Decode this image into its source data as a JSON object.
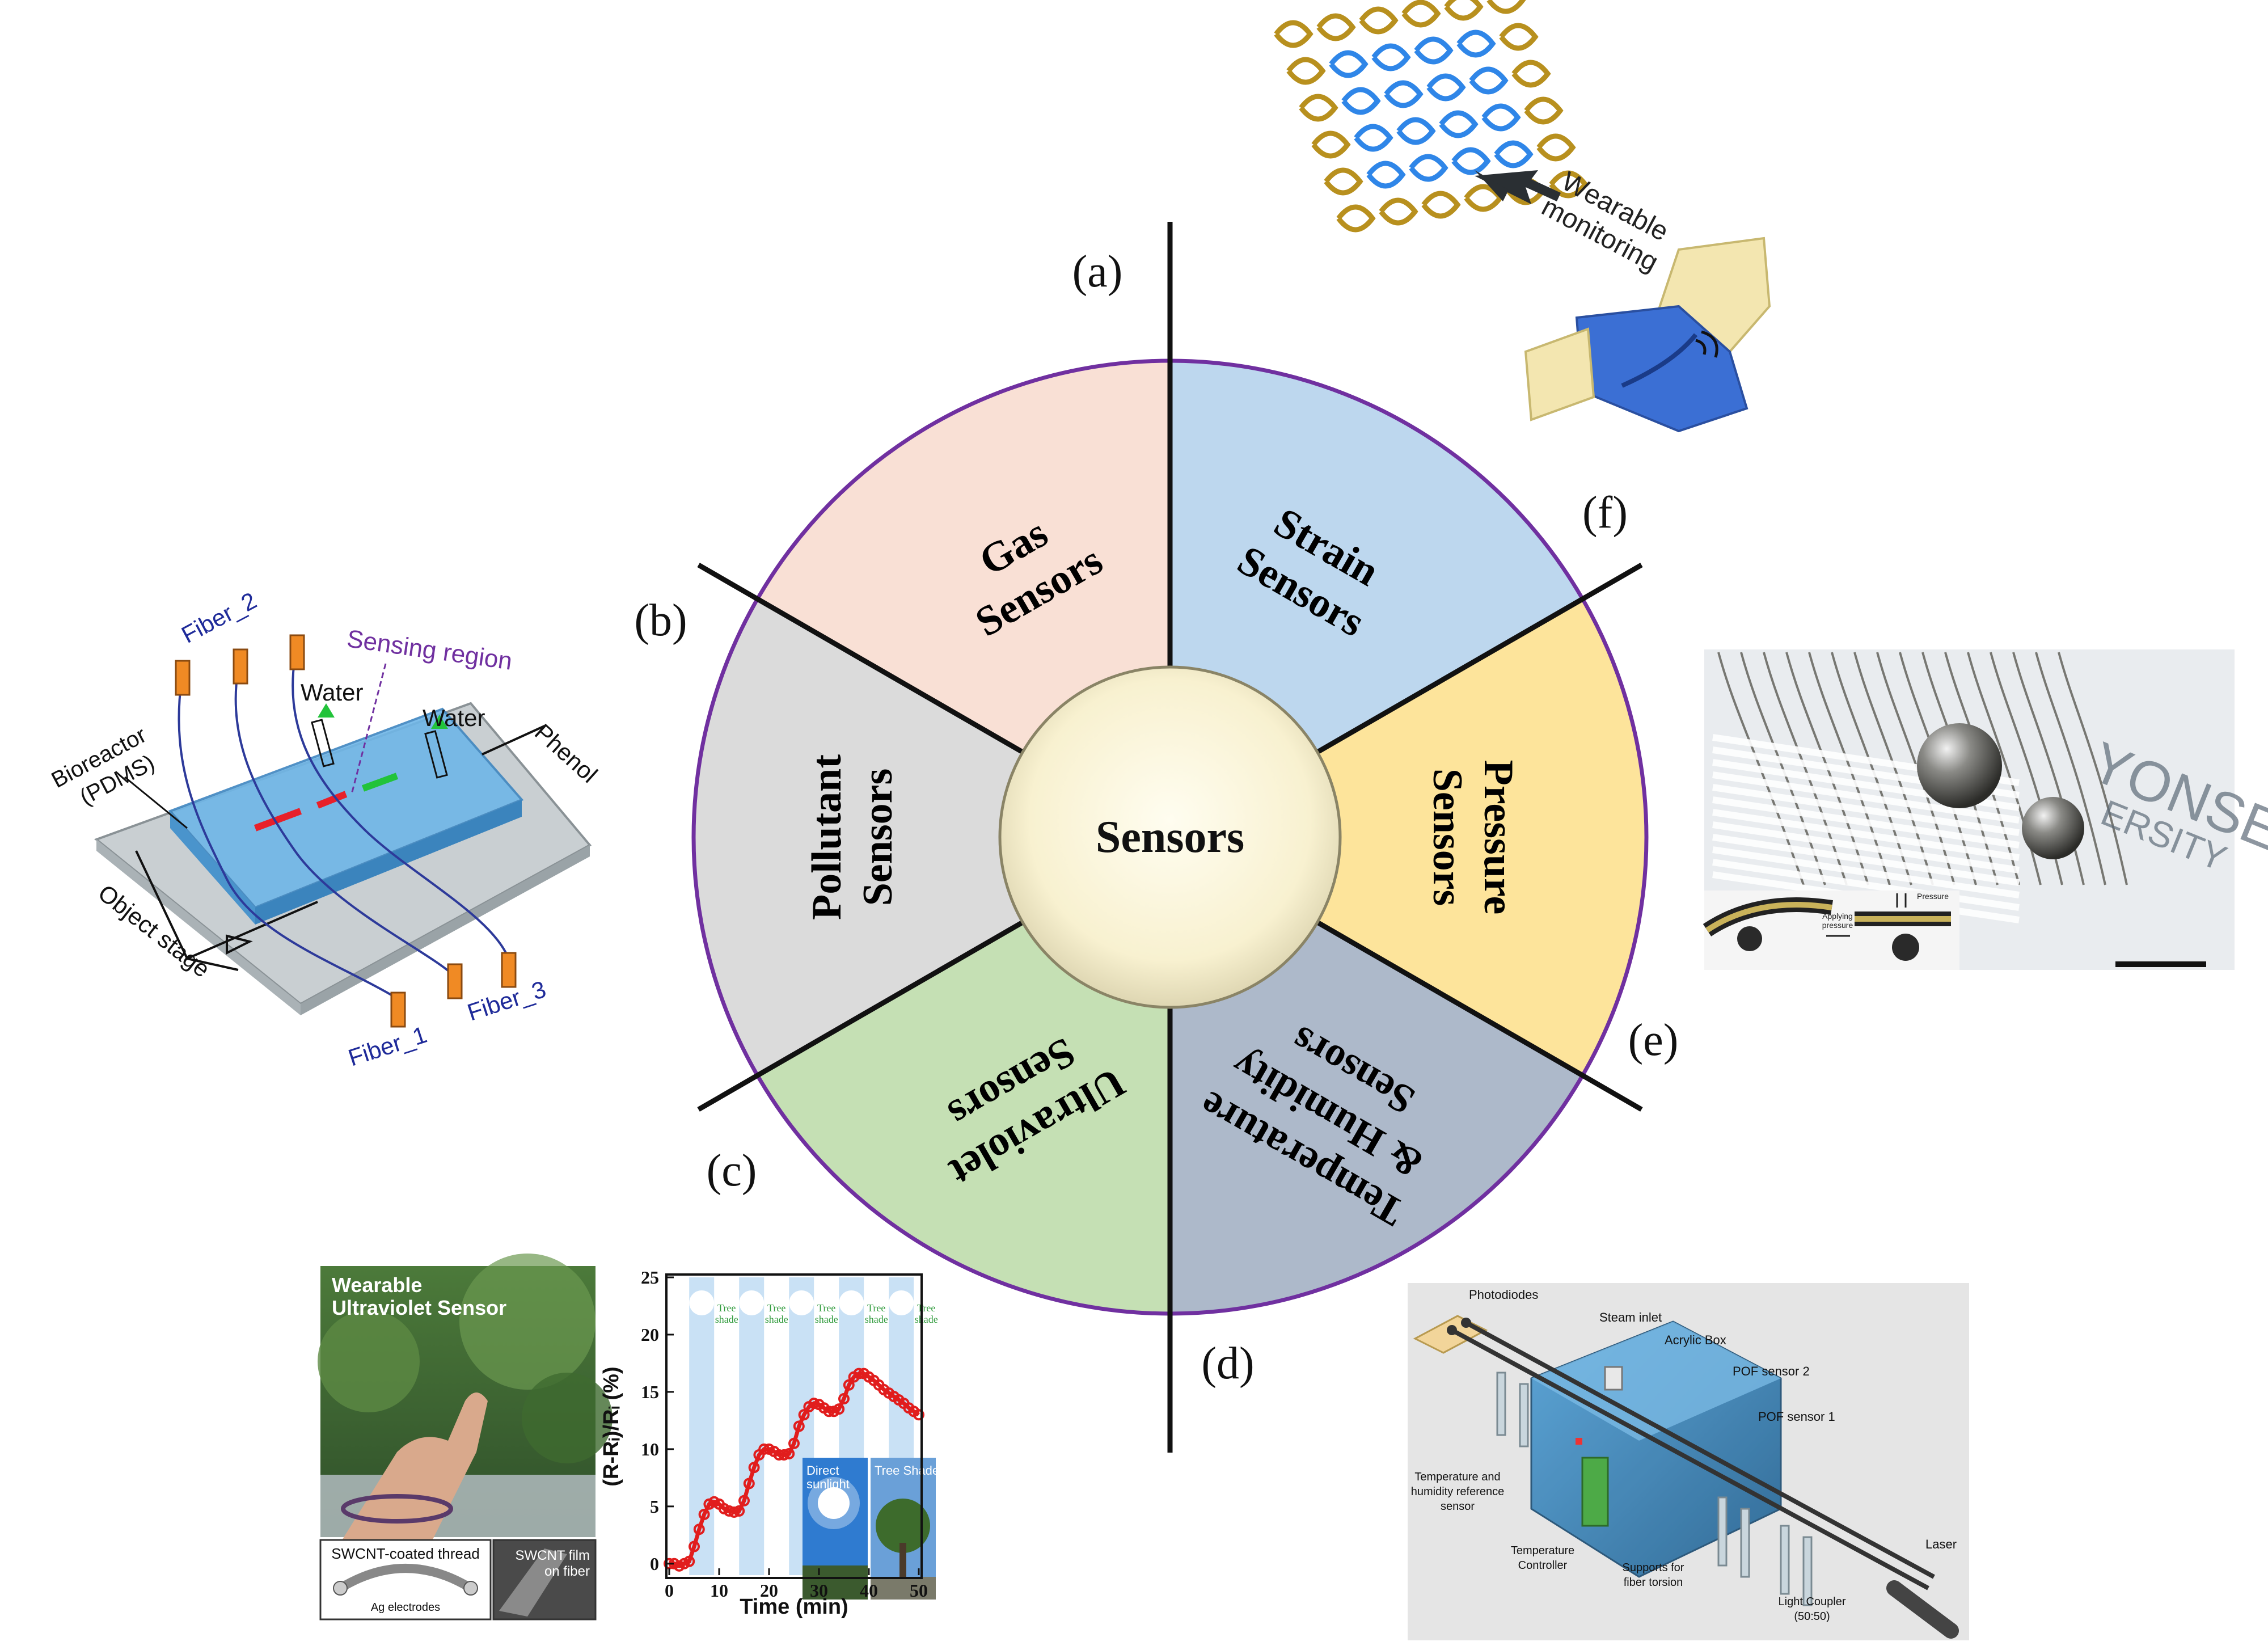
{
  "center": {
    "label": "Sensors"
  },
  "panel_labels": {
    "a": "(a)",
    "b": "(b)",
    "c": "(c)",
    "d": "(d)",
    "e": "(e)",
    "f": "(f)"
  },
  "sectors": [
    {
      "id": "gas",
      "line1": "Gas",
      "line2": "Sensors",
      "color": "#f9e0d5"
    },
    {
      "id": "strain",
      "line1": "Strain",
      "line2": "Sensors",
      "color": "#bdd7ee"
    },
    {
      "id": "pressure",
      "line1": "Pressure",
      "line2": "Sensors",
      "color": "#fde49b"
    },
    {
      "id": "temperature",
      "line1": "Temperature",
      "line2": "& Humidity",
      "line3": "Sensors",
      "color": "#adb9ca"
    },
    {
      "id": "ultraviolet",
      "line1": "Ultraviolet",
      "line2": "Sensors",
      "color": "#c5e0b4"
    },
    {
      "id": "pollutant",
      "line1": "Pollutant",
      "line2": "Sensors",
      "color": "#dbdbdb"
    }
  ],
  "colors": {
    "ring": "#7030a0",
    "divider": "#111111",
    "center_fill": "#fbf6dc"
  },
  "panel_a": {
    "label1": "Wearable",
    "label2": "monitoring"
  },
  "panel_b": {
    "fiber_1": "Fiber_1",
    "fiber_2": "Fiber_2",
    "fiber_3": "Fiber_3",
    "water_1": "Water",
    "water_2": "Water",
    "sensing_region": "Sensing region",
    "bioreactor_1": "Bioreactor",
    "bioreactor_2": "(PDMS)",
    "phenol": "Phenol",
    "object_stage": "Object stage"
  },
  "panel_c": {
    "photo_title_1": "Wearable",
    "photo_title_2": "Ultraviolet Sensor",
    "thread_label": "SWCNT-coated thread",
    "electrodes": "Ag electrodes",
    "film_1": "SWCNT film",
    "film_2": "on fiber",
    "chart_data": {
      "type": "line",
      "x_ticks": [
        "0",
        "10",
        "20",
        "30",
        "40",
        "50"
      ],
      "y_ticks": [
        "0",
        "5",
        "10",
        "15",
        "20",
        "25"
      ],
      "xlabel": "Time (min)",
      "ylabel": "(R-Rᵢ)/Rᵢ (%)",
      "xlim": [
        0,
        50
      ],
      "ylim": [
        -1,
        25
      ],
      "shade_label_1": "Tree",
      "shade_label_2": "shade",
      "inset_direct_1": "Direct",
      "inset_direct_2": "sunlight",
      "inset_tree": "Tree Shade",
      "shade_bands": [
        [
          4,
          9
        ],
        [
          14,
          19
        ],
        [
          24,
          29
        ],
        [
          34,
          39
        ],
        [
          44,
          49
        ]
      ],
      "series": [
        {
          "color": "#e11d1d",
          "x": [
            0,
            1,
            2,
            3,
            4,
            5,
            6,
            7,
            8,
            9,
            10,
            11,
            12,
            13,
            14,
            15,
            16,
            17,
            18,
            19,
            20,
            21,
            22,
            23,
            24,
            25,
            26,
            27,
            28,
            29,
            30,
            31,
            32,
            33,
            34,
            35,
            36,
            37,
            38,
            39,
            40,
            41,
            42,
            43,
            44,
            45,
            46,
            47,
            48,
            49,
            50
          ],
          "y": [
            0,
            0,
            -0.2,
            0,
            0.2,
            1.5,
            3,
            4.3,
            5.2,
            5.4,
            5.2,
            4.8,
            4.6,
            4.5,
            4.6,
            5.5,
            7,
            8.4,
            9.5,
            10,
            10,
            9.8,
            9.5,
            9.5,
            9.6,
            10.5,
            12,
            13,
            13.7,
            14,
            13.9,
            13.6,
            13.3,
            13.3,
            13.5,
            14.4,
            15.6,
            16.3,
            16.6,
            16.6,
            16.3,
            16,
            15.6,
            15.2,
            14.9,
            14.6,
            14.3,
            14,
            13.6,
            13.3,
            13
          ]
        }
      ]
    }
  },
  "panel_d": {
    "photodiodes": "Photodiodes",
    "steam_inlet": "Steam inlet",
    "acrylic_box": "Acrylic Box",
    "pof2": "POF sensor 2",
    "pof1": "POF sensor 1",
    "ref_1": "Temperature and",
    "ref_2": "humidity reference",
    "ref_3": "sensor",
    "controller_1": "Temperature",
    "controller_2": "Controller",
    "supports_1": "Supports for",
    "supports_2": "fiber torsion",
    "laser": "Laser",
    "coupler_1": "Light Coupler",
    "coupler_2": "(50:50)"
  },
  "panel_e": {
    "text_1": "YONSE",
    "text_2": "ERSITY",
    "pressure": "Pressure",
    "applying_1": "Applying",
    "applying_2": "pressure"
  }
}
